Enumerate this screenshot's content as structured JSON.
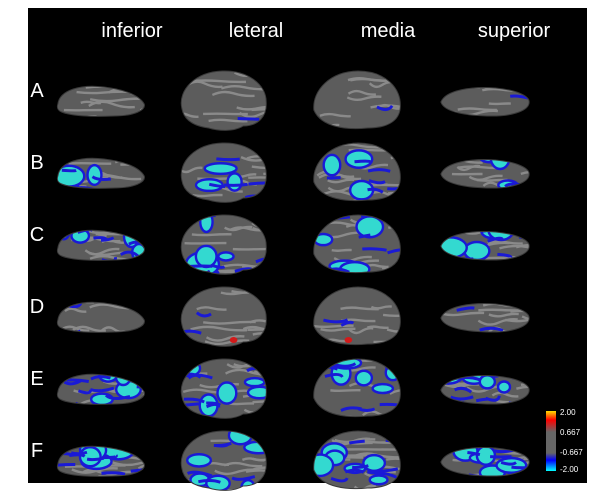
{
  "columns": [
    "inferior",
    "leteral",
    "media",
    "superior"
  ],
  "rows": [
    {
      "label": "A",
      "blue_level": 0.08,
      "cyan_level": 0.0,
      "red": false
    },
    {
      "label": "B",
      "blue_level": 0.45,
      "cyan_level": 0.25,
      "red": false
    },
    {
      "label": "C",
      "blue_level": 0.55,
      "cyan_level": 0.35,
      "red": false
    },
    {
      "label": "D",
      "blue_level": 0.12,
      "cyan_level": 0.0,
      "red": true
    },
    {
      "label": "E",
      "blue_level": 0.6,
      "cyan_level": 0.4,
      "red": false
    },
    {
      "label": "F",
      "blue_level": 0.65,
      "cyan_level": 0.5,
      "red": false
    }
  ],
  "colorbar": {
    "ticks": [
      "2.00",
      "0.667",
      "-0.667",
      "-2.00"
    ],
    "colors": [
      "#ffdd00",
      "#ff0000",
      "#666666",
      "#666666",
      "#0000ff",
      "#00ffff"
    ]
  },
  "colors": {
    "background": "#000000",
    "gyri": "#5c5c5c",
    "sulci": "#8a8a8a",
    "blue": "#1a1ad6",
    "cyan": "#33d9d0",
    "red": "#d21a1a"
  }
}
